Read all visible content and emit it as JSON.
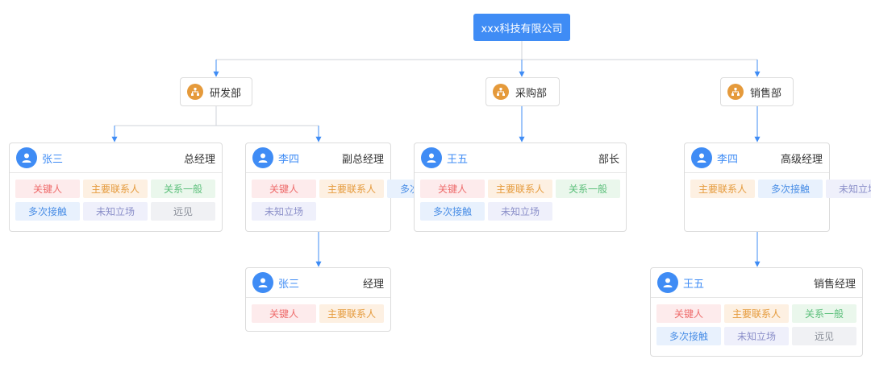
{
  "company": {
    "name": "xxx科技有限公司"
  },
  "departments": {
    "rd": "研发部",
    "purchase": "采购部",
    "sales": "销售部"
  },
  "tag_colors": {
    "red": "#ee6b6b",
    "orange": "#e59a3b",
    "green": "#5bbf7a",
    "blue": "#4b8fe6",
    "purple": "#8b8fc9",
    "gray": "#8a8f99"
  },
  "persons": [
    {
      "name": "张三",
      "title": "总经理",
      "department": "研发部",
      "tags": [
        {
          "text": "关键人",
          "color": "red"
        },
        {
          "text": "主要联系人",
          "color": "orange"
        },
        {
          "text": "关系一般",
          "color": "green"
        },
        {
          "text": "多次接触",
          "color": "blue"
        },
        {
          "text": "未知立场",
          "color": "purple"
        },
        {
          "text": "远见",
          "color": "gray"
        }
      ]
    },
    {
      "name": "李四",
      "title": "副总经理",
      "department": "研发部",
      "tags": [
        {
          "text": "关键人",
          "color": "red"
        },
        {
          "text": "主要联系人",
          "color": "orange"
        },
        {
          "text": "多次接触",
          "color": "blue"
        },
        {
          "text": "未知立场",
          "color": "purple"
        }
      ]
    },
    {
      "name": "张三",
      "title": "经理",
      "department": "研发部",
      "tags": [
        {
          "text": "关键人",
          "color": "red"
        },
        {
          "text": "主要联系人",
          "color": "orange"
        }
      ]
    },
    {
      "name": "王五",
      "title": "部长",
      "department": "采购部",
      "tags": [
        {
          "text": "关键人",
          "color": "red"
        },
        {
          "text": "主要联系人",
          "color": "orange"
        },
        {
          "text": "关系一般",
          "color": "green"
        },
        {
          "text": "多次接触",
          "color": "blue"
        },
        {
          "text": "未知立场",
          "color": "purple"
        }
      ]
    },
    {
      "name": "李四",
      "title": "高级经理",
      "department": "销售部",
      "tags": [
        {
          "text": "主要联系人",
          "color": "orange"
        },
        {
          "text": "多次接触",
          "color": "blue"
        },
        {
          "text": "未知立场",
          "color": "purple"
        }
      ]
    },
    {
      "name": "王五",
      "title": "销售经理",
      "department": "销售部",
      "tags": [
        {
          "text": "关键人",
          "color": "red"
        },
        {
          "text": "主要联系人",
          "color": "orange"
        },
        {
          "text": "关系一般",
          "color": "green"
        },
        {
          "text": "多次接触",
          "color": "blue"
        },
        {
          "text": "未知立场",
          "color": "purple"
        },
        {
          "text": "远见",
          "color": "gray"
        }
      ]
    }
  ],
  "icons": {
    "department": "org-structure-icon",
    "person": "user-avatar-icon"
  }
}
